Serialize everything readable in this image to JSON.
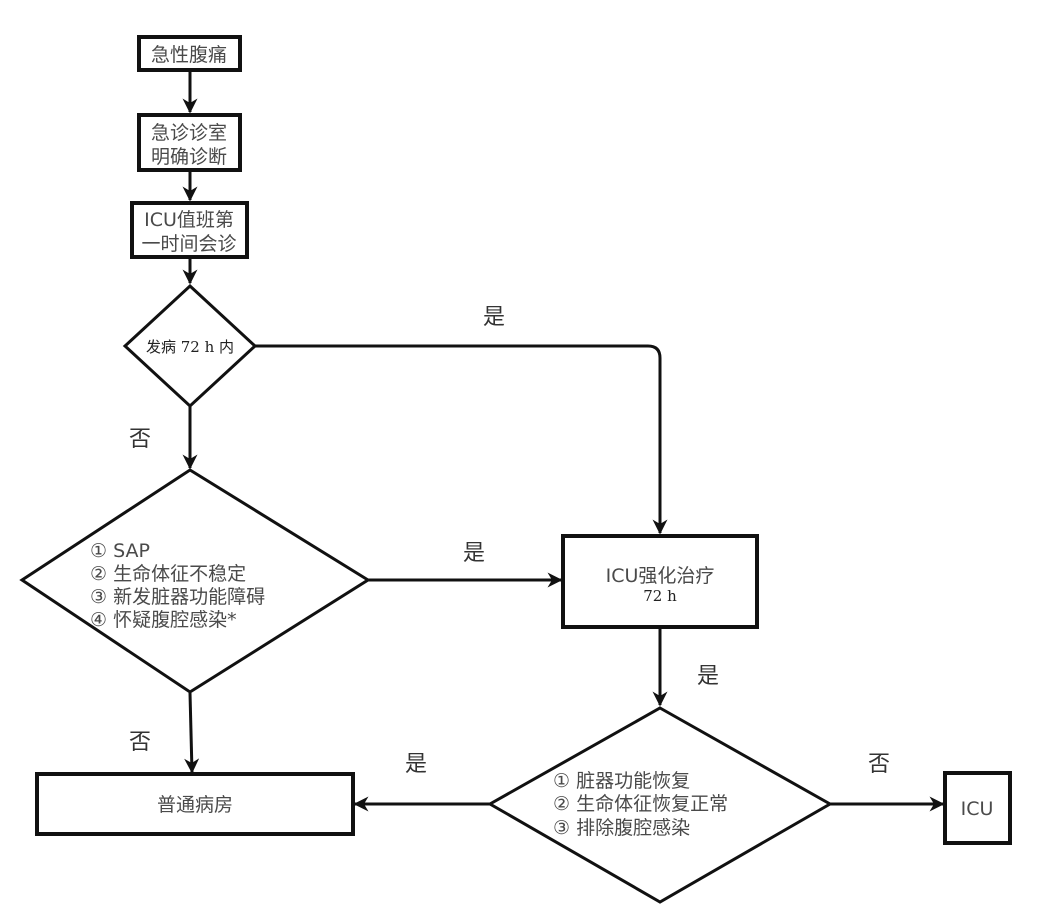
{
  "diagram": {
    "type": "flowchart",
    "nodes": {
      "acute_abdominal_pain": "急性腹痛",
      "er_diagnosis": [
        "急诊诊室",
        "明确诊断"
      ],
      "icu_consult": [
        "ICU值班第",
        "一时间会诊"
      ],
      "within_72h": "发病 72 h 内",
      "criteria": [
        "①  SAP",
        "②  生命体征不稳定",
        "③  新发脏器功能障碍",
        "④  怀疑腹腔感染*"
      ],
      "icu_treatment": "ICU强化治疗",
      "icu_treatment_duration": "72 h",
      "recovery_check": [
        "①  脏器功能恢复",
        "②  生命体征恢复正常",
        "③  排除腹腔感染"
      ],
      "general_ward": "普通病房",
      "icu": "ICU"
    },
    "edge_labels": {
      "within72h_yes": "是",
      "within72h_no": "否",
      "criteria_yes": "是",
      "criteria_no": "否",
      "treatment_yes": "是",
      "recovery_yes": "是",
      "recovery_no": "否"
    }
  }
}
